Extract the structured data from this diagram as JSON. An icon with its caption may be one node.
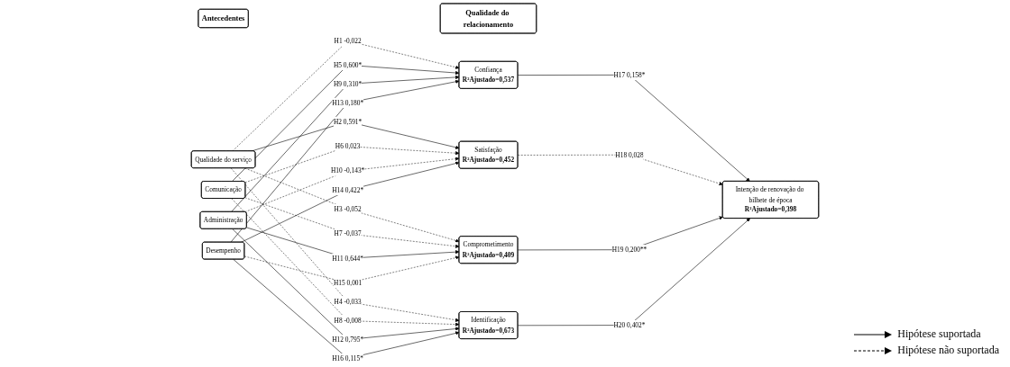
{
  "diagram": {
    "nodes": [
      {
        "text": [
          "Antecedentes"
        ]
      },
      {
        "text": [
          "Qualidade do relacionamento"
        ]
      },
      {
        "text": [
          "Qualidade do serviço"
        ]
      },
      {
        "text": [
          "Comunicação"
        ]
      },
      {
        "text": [
          "Administração"
        ]
      },
      {
        "text": [
          "Desempenho"
        ]
      },
      {
        "text": [
          "Confiança",
          "R²Ajustado=0,537"
        ]
      },
      {
        "text": [
          "Satisfação",
          "R²Ajustado=0,452"
        ]
      },
      {
        "text": [
          "Comprometimento",
          "R²Ajustado=0,409"
        ]
      },
      {
        "text": [
          "Identificação",
          "R²Ajustado=0,673"
        ]
      },
      {
        "text": [
          "Intenção de renovação do bilhete de época",
          "R²Ajustado=0,398"
        ]
      }
    ],
    "edges": [
      {
        "from": 2,
        "to": 6,
        "arrow": "to",
        "label": "H1 -0,022",
        "style": "dashed"
      },
      {
        "from": 2,
        "to": 7,
        "arrow": "to",
        "label": "H2 0,591*"
      },
      {
        "from": 2,
        "to": 8,
        "arrow": "to",
        "label": "H3 -0,052",
        "style": "dashed"
      },
      {
        "from": 2,
        "to": 9,
        "arrow": "to",
        "label": "H4 -0,033",
        "style": "dashed"
      },
      {
        "from": 3,
        "to": 6,
        "arrow": "to",
        "label": "H5 0,600*"
      },
      {
        "from": 3,
        "to": 7,
        "arrow": "to",
        "label": "H6 0,023",
        "style": "dashed"
      },
      {
        "from": 3,
        "to": 8,
        "arrow": "to",
        "label": "H7 -0,037",
        "style": "dashed"
      },
      {
        "from": 3,
        "to": 9,
        "arrow": "to",
        "label": "H8 -0,008",
        "style": "dashed"
      },
      {
        "from": 4,
        "to": 6,
        "arrow": "to",
        "label": "H9 0,310*"
      },
      {
        "from": 4,
        "to": 7,
        "arrow": "to",
        "label": "H10 -0,143*",
        "style": "dashed"
      },
      {
        "from": 4,
        "to": 8,
        "arrow": "to",
        "label": "H11 0,644*"
      },
      {
        "from": 4,
        "to": 9,
        "arrow": "to",
        "label": "H12 0,795*"
      },
      {
        "from": 5,
        "to": 6,
        "arrow": "to",
        "label": "H13 0,180*"
      },
      {
        "from": 5,
        "to": 7,
        "arrow": "to",
        "label": "H14 0,422*"
      },
      {
        "from": 5,
        "to": 8,
        "arrow": "to",
        "label": "H15 0,001",
        "style": "dashed"
      },
      {
        "from": 5,
        "to": 9,
        "arrow": "to",
        "label": "H16 0,115*"
      },
      {
        "from": 6,
        "to": 10,
        "arrow": "to",
        "label": "H17 0,158*"
      },
      {
        "from": 7,
        "to": 10,
        "arrow": "to",
        "label": "H18 0,028",
        "style": "dashed"
      },
      {
        "from": 8,
        "to": 10,
        "arrow": "to",
        "label": "H19 0,200**"
      },
      {
        "from": 9,
        "to": 10,
        "arrow": "to",
        "label": "H20 0,402*"
      }
    ],
    "legend": [
      {
        "text": "Hipótese suportada"
      },
      {
        "text": "Hipótese não suportada"
      }
    ]
  }
}
